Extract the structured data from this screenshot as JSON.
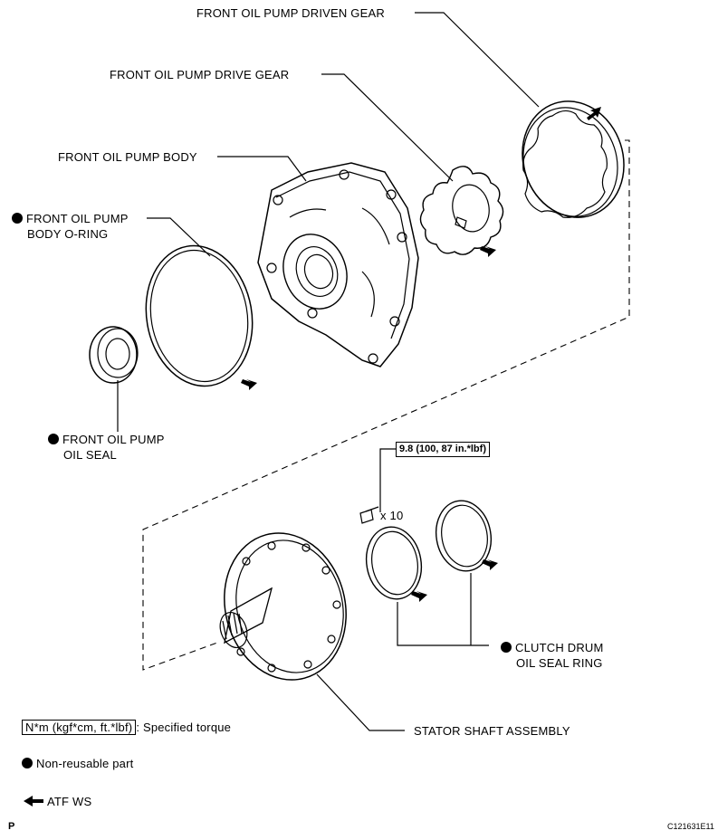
{
  "labels": {
    "driven_gear": "FRONT OIL PUMP DRIVEN GEAR",
    "drive_gear": "FRONT OIL PUMP DRIVE GEAR",
    "pump_body": "FRONT OIL PUMP BODY",
    "o_ring_line1": "FRONT OIL PUMP",
    "o_ring_line2": "BODY O-RING",
    "oil_seal_line1": "FRONT OIL PUMP",
    "oil_seal_line2": "OIL SEAL",
    "torque_value": "9.8 (100, 87 in.*lbf)",
    "bolt_count": "x 10",
    "clutch_ring_line1": "CLUTCH DRUM",
    "clutch_ring_line2": "OIL SEAL RING",
    "stator_shaft": "STATOR SHAFT ASSEMBLY"
  },
  "legend": {
    "torque_unit": "N*m (kgf*cm, ft.*lbf)",
    "torque_desc": ": Specified torque",
    "non_reusable": "Non-reusable part",
    "atf": "ATF WS"
  },
  "footer": {
    "left_code": "P",
    "right_code": "C121631E11"
  }
}
